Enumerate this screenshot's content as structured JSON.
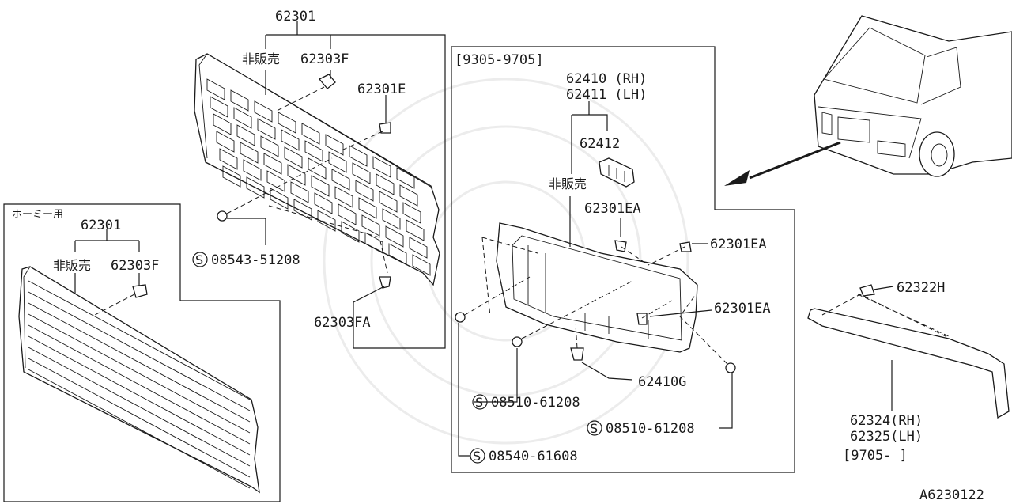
{
  "labels": {
    "main_grille": "62301",
    "not_for_sale": "非販売",
    "clip_f": "62303F",
    "clip_e": "62301E",
    "s_mark": "S",
    "screw_08543": "08543-51208",
    "clip_fa": "62303FA",
    "homy": "ホーミー用",
    "period_1": "[9305-9705]",
    "housing_rh": "62410 (RH)",
    "housing_lh": "62411 (LH)",
    "clip_62412": "62412",
    "clip_ea": "62301EA",
    "clip_62410g": "62410G",
    "screw_08510": "08510-61208",
    "screw_08540": "08540-61608",
    "clip_62322h": "62322H",
    "spoiler_rh": "62324(RH)",
    "spoiler_lh": "62325(LH)",
    "period_2": "[9705-    ]",
    "diagram_code": "A6230122"
  }
}
